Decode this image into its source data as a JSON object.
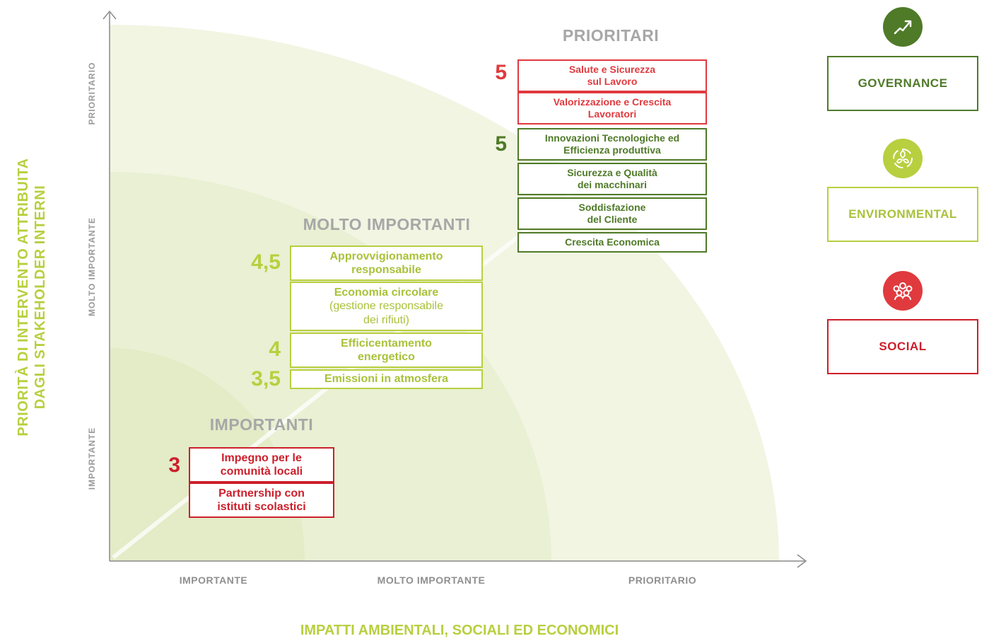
{
  "axes": {
    "y_title_line1": "PRIORITÀ DI INTERVENTO ATTRIBUITA",
    "y_title_line2": "DAGLI  STAKEHOLDER INTERNI",
    "x_title": "IMPATTI AMBIENTALI, SOCIALI ED ECONOMICI",
    "y_ticks": [
      "IMPORTANTE",
      "MOLTO IMPORTANTE",
      "PRIORITARIO"
    ],
    "x_ticks": [
      "IMPORTANTE",
      "MOLTO IMPORTANTE",
      "PRIORITARIO"
    ]
  },
  "zones": {
    "prioritari": "PRIORITARI",
    "molto_importanti": "MOLTO IMPORTANTI",
    "importanti": "IMPORTANTI"
  },
  "scores": {
    "prioritari_social": "5",
    "prioritari_governance": "5",
    "molto_4_5": "4,5",
    "molto_4": "4",
    "molto_3_5": "3,5",
    "importanti_3": "3"
  },
  "topics": {
    "salute_line1": "Salute e Sicurezza",
    "salute_line2": "sul Lavoro",
    "valorizzazione_line1": "Valorizzazione e Crescita",
    "valorizzazione_line2": "Lavoratori",
    "innovazioni_line1": "Innovazioni Tecnologiche ed",
    "innovazioni_line2": "Efficienza produttiva",
    "sicurezza_line1": "Sicurezza e Qualità",
    "sicurezza_line2": "dei macchinari",
    "soddisfazione_line1": "Soddisfazione",
    "soddisfazione_line2": "del Cliente",
    "crescita": "Crescita Economica",
    "approvvigionamento_line1": "Approvvigionamento",
    "approvvigionamento_line2": "responsabile",
    "economia_line1": "Economia circolare",
    "economia_line2": "(gestione responsabile",
    "economia_line3": "dei rifiuti)",
    "efficientamento_line1": "Efficicentamento",
    "efficientamento_line2": "energetico",
    "emissioni": "Emissioni in atmosfera",
    "impegno_line1": "Impegno per le",
    "impegno_line2": "comunità locali",
    "partnership_line1": "Partnership con",
    "partnership_line2": "istituti scolastici"
  },
  "legend": {
    "governance": "GOVERNANCE",
    "environmental": "ENVIRONMENTAL",
    "social": "SOCIAL"
  },
  "colors": {
    "governance": "#4f7a28",
    "governance_red": "#e03a3e",
    "environmental": "#b8cf3f",
    "social": "#cc1f2b",
    "zone_fill": "#eef3dc",
    "zone_label": "#a7a7a7"
  },
  "icons": {
    "governance": "trend-up-icon",
    "environmental": "recycle-leaves-icon",
    "social": "people-group-icon"
  }
}
